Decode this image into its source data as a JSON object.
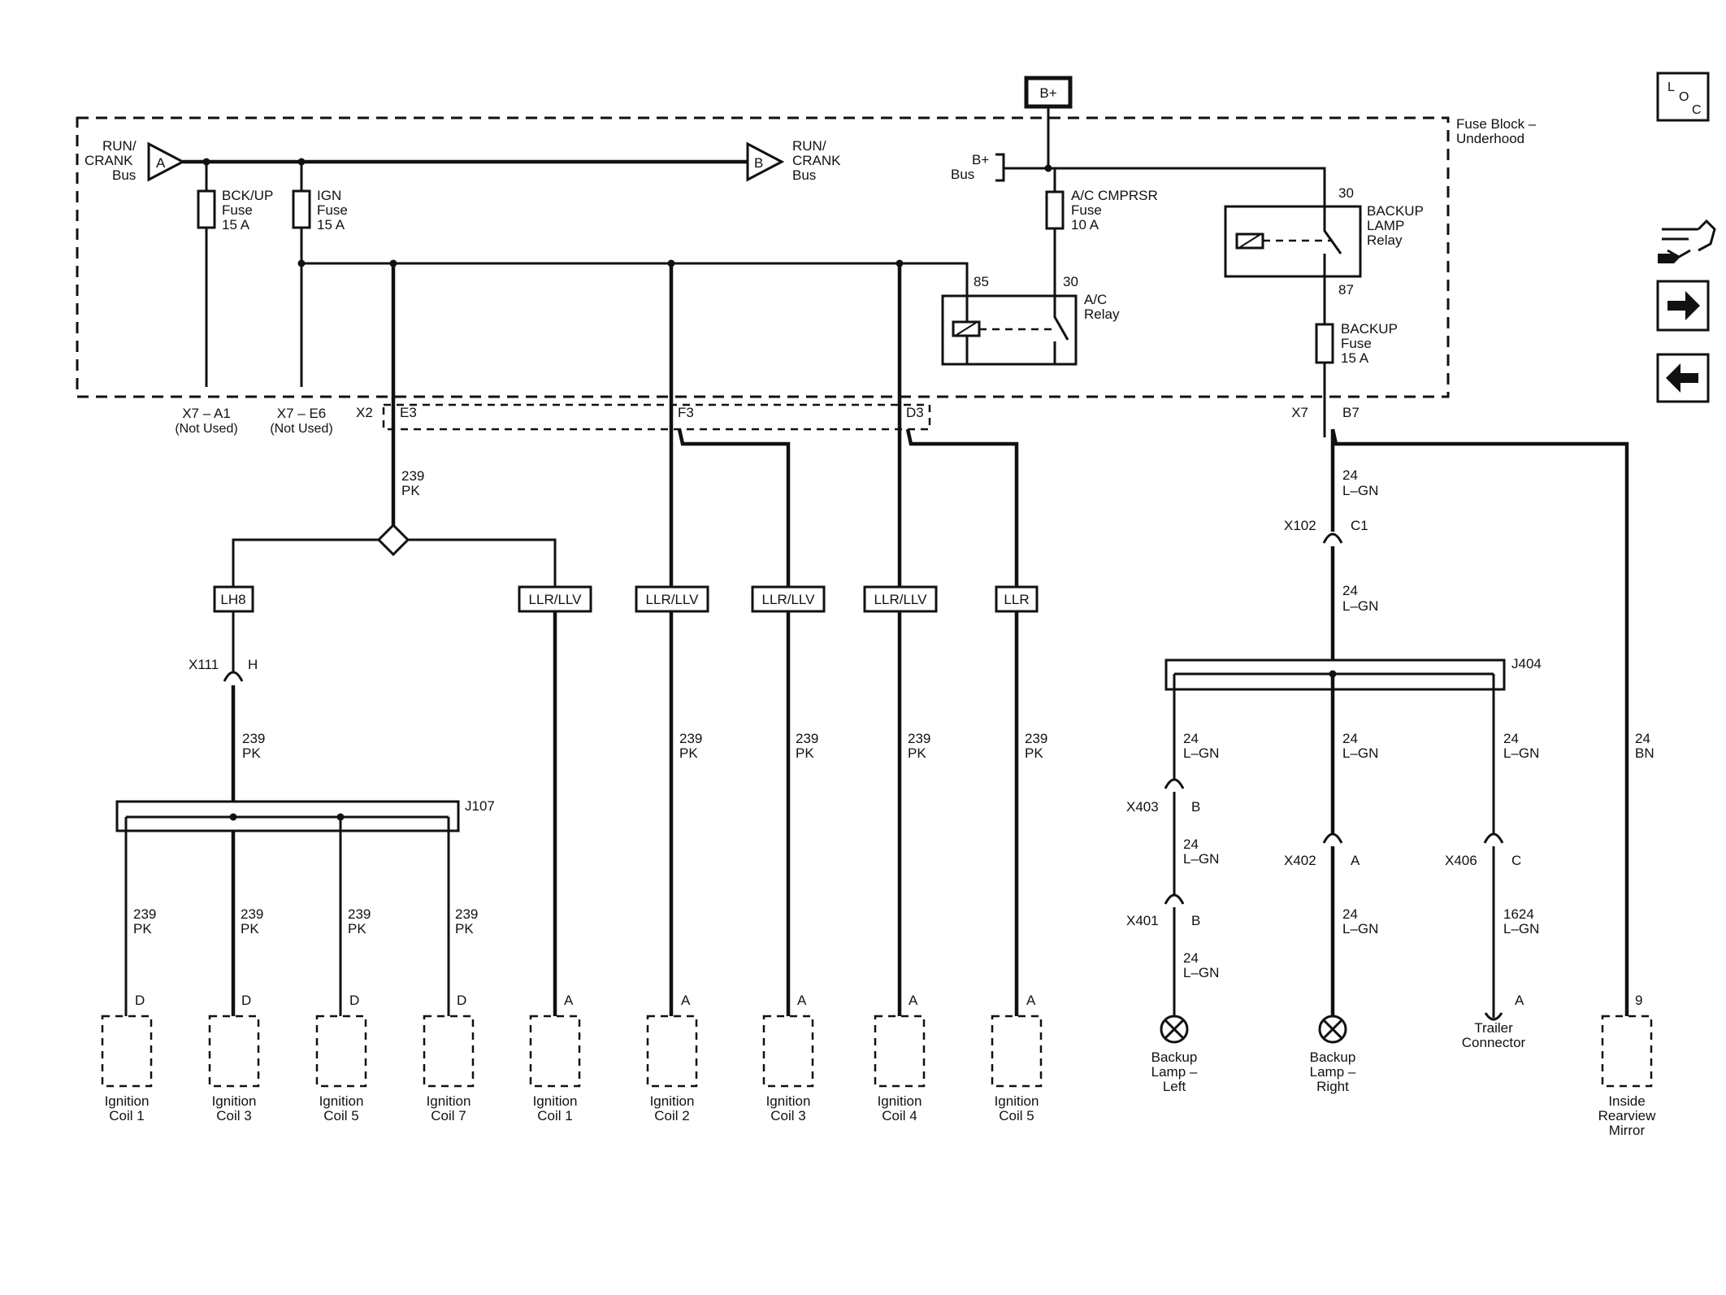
{
  "source": {
    "label": "B+"
  },
  "fuse_block": {
    "title_line1": "Fuse Block –",
    "title_line2": "Underhood"
  },
  "buses": {
    "run_crank_a": {
      "l1": "RUN/",
      "l2": "CRANK",
      "l3": "Bus",
      "letter": "A"
    },
    "run_crank_b": {
      "l1": "RUN/",
      "l2": "CRANK",
      "l3": "Bus",
      "letter": "B"
    },
    "bplus_bus": {
      "l1": "B+",
      "l2": "Bus"
    }
  },
  "fuses": {
    "bckup": {
      "l1": "BCK/UP",
      "l2": "Fuse",
      "l3": "15 A"
    },
    "ign": {
      "l1": "IGN",
      "l2": "Fuse",
      "l3": "15 A"
    },
    "ac": {
      "l1": "A/C CMPRSR",
      "l2": "Fuse",
      "l3": "10 A"
    },
    "backup": {
      "l1": "BACKUP",
      "l2": "Fuse",
      "l3": "15 A"
    }
  },
  "relays": {
    "ac": {
      "l1": "A/C",
      "l2": "Relay",
      "pin_a": "85",
      "pin_b": "30"
    },
    "backup": {
      "l1": "BACKUP",
      "l2": "LAMP",
      "l3": "Relay",
      "pin_a": "30",
      "pin_b": "87"
    }
  },
  "connectors": {
    "x7_a1": {
      "l1": "X7 – A1",
      "l2": "(Not Used)"
    },
    "x7_e6": {
      "l1": "X7 – E6",
      "l2": "(Not Used)"
    },
    "x2": "X2",
    "e3": "E3",
    "f3": "F3",
    "d3": "D3",
    "x7": "X7",
    "b7": "B7",
    "x102": "X102",
    "c1": "C1",
    "x111": "X111",
    "h": "H",
    "x403": "X403",
    "b_403": "B",
    "x401": "X401",
    "b_401": "B",
    "x402": "X402",
    "a_402": "A",
    "x406": "X406",
    "c_406": "C"
  },
  "splices": {
    "j107": "J107",
    "j404": "J404"
  },
  "options": {
    "lh8": "LH8",
    "llr_llv": "LLR/LLV",
    "llr": "LLR"
  },
  "wires": {
    "pk_num": "239",
    "pk": "PK",
    "lgn_num": "24",
    "lgn": "L–GN",
    "lgn1624": "1624",
    "bn_num": "24",
    "bn": "BN"
  },
  "pins": {
    "d": "D",
    "a": "A",
    "nine": "9"
  },
  "components": {
    "coil1": {
      "l1": "Ignition",
      "l2": "Coil 1"
    },
    "coil2": {
      "l1": "Ignition",
      "l2": "Coil 2"
    },
    "coil3": {
      "l1": "Ignition",
      "l2": "Coil 3"
    },
    "coil4": {
      "l1": "Ignition",
      "l2": "Coil 4"
    },
    "coil5": {
      "l1": "Ignition",
      "l2": "Coil 5"
    },
    "coil7": {
      "l1": "Ignition",
      "l2": "Coil 7"
    },
    "lamp_left": {
      "l1": "Backup",
      "l2": "Lamp –",
      "l3": "Left"
    },
    "lamp_right": {
      "l1": "Backup",
      "l2": "Lamp –",
      "l3": "Right"
    },
    "trailer": {
      "l1": "Trailer",
      "l2": "Connector"
    },
    "mirror": {
      "l1": "Inside",
      "l2": "Rearview",
      "l3": "Mirror"
    }
  },
  "nav": {
    "loc_l": "L",
    "loc_o": "O",
    "loc_c": "C"
  }
}
